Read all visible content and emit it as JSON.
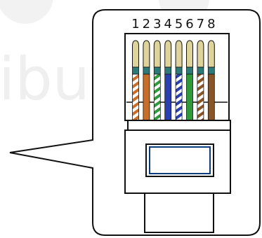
{
  "diagram": {
    "pin_numbers": [
      "1",
      "2",
      "3",
      "4",
      "5",
      "6",
      "7",
      "8"
    ],
    "wires": [
      {
        "pin": "1",
        "color": "#c86e28",
        "striped": true
      },
      {
        "pin": "2",
        "color": "#c86e28",
        "striped": false
      },
      {
        "pin": "3",
        "color": "#2e9a3a",
        "striped": true
      },
      {
        "pin": "4",
        "color": "#2a3fb0",
        "striped": false
      },
      {
        "pin": "5",
        "color": "#2a3fb0",
        "striped": true
      },
      {
        "pin": "6",
        "color": "#2e9a3a",
        "striped": false
      },
      {
        "pin": "7",
        "color": "#8a5526",
        "striped": true
      },
      {
        "pin": "8",
        "color": "#8a5526",
        "striped": false
      }
    ],
    "colors": {
      "outline": "#111111",
      "contact_gold": "#ddd39b",
      "contact_band": "#2d7b78",
      "latch_fill": "#ffffff",
      "latch_outline": "#0a3b7a"
    },
    "watermark_text": "ibuti"
  }
}
